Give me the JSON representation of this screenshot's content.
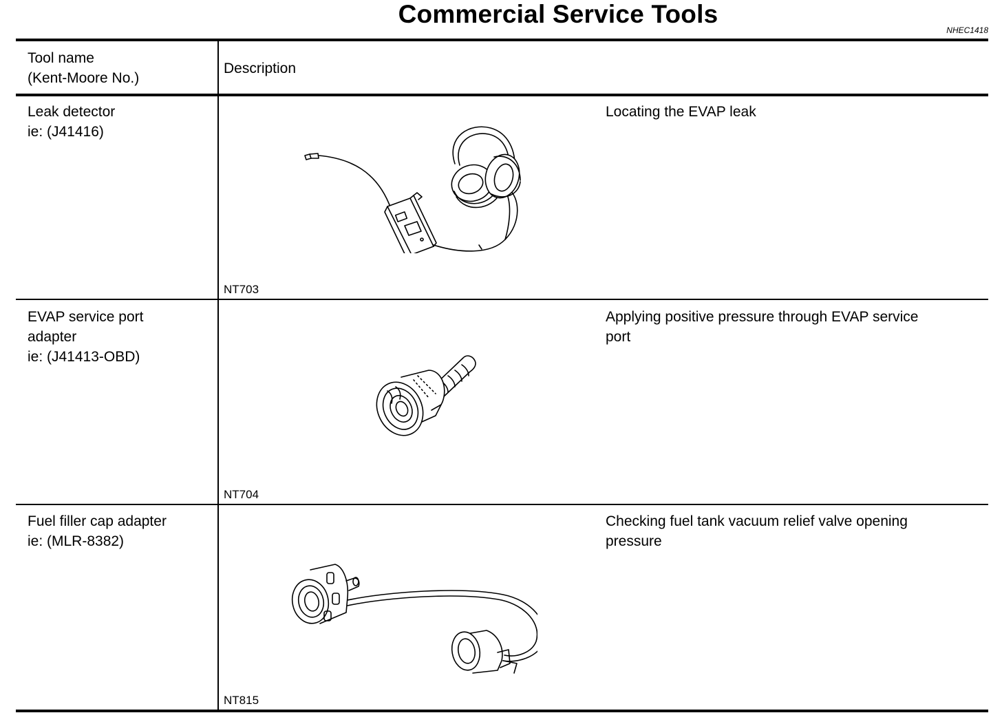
{
  "page": {
    "title": "Commercial Service Tools",
    "ref_code": "NHEC1418"
  },
  "table": {
    "headers": {
      "tool_name": "Tool name\n(Kent-Moore No.)",
      "description": "Description"
    },
    "rows": [
      {
        "tool_name": "Leak detector\nie: (J41416)",
        "description": "Locating the EVAP leak",
        "figure_label": "NT703",
        "figure_icon": "leak-detector-icon"
      },
      {
        "tool_name": "EVAP service port\nadapter\nie: (J41413-OBD)",
        "description": "Applying positive pressure through EVAP service\nport",
        "figure_label": "NT704",
        "figure_icon": "service-port-adapter-icon"
      },
      {
        "tool_name": "Fuel filler cap adapter\nie: (MLR-8382)",
        "description": "Checking fuel tank vacuum relief valve opening\npressure",
        "figure_label": "NT815",
        "figure_icon": "fuel-filler-cap-adapter-icon"
      }
    ]
  }
}
